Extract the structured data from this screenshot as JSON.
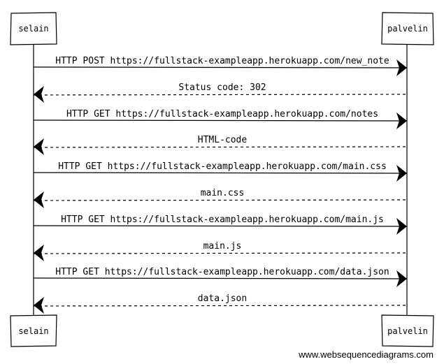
{
  "participants": {
    "left": "selain",
    "right": "palvelin"
  },
  "messages": [
    {
      "text": "HTTP POST https://fullstack-exampleapp.herokuapp.com/new_note",
      "direction": "right",
      "style": "solid"
    },
    {
      "text": "Status code: 302",
      "direction": "left",
      "style": "dashed"
    },
    {
      "text": "HTTP GET https://fullstack-exampleapp.herokuapp.com/notes",
      "direction": "right",
      "style": "solid"
    },
    {
      "text": "HTML-code",
      "direction": "left",
      "style": "dashed"
    },
    {
      "text": "HTTP GET https://fullstack-exampleapp.herokuapp.com/main.css",
      "direction": "right",
      "style": "solid"
    },
    {
      "text": "main.css",
      "direction": "left",
      "style": "dashed"
    },
    {
      "text": "HTTP GET https://fullstack-exampleapp.herokuapp.com/main.js",
      "direction": "right",
      "style": "solid"
    },
    {
      "text": "main.js",
      "direction": "left",
      "style": "dashed"
    },
    {
      "text": "HTTP GET https://fullstack-exampleapp.herokuapp.com/data.json",
      "direction": "right",
      "style": "solid"
    },
    {
      "text": "data.json",
      "direction": "left",
      "style": "dashed"
    }
  ],
  "footer": "www.websequencediagrams.com"
}
